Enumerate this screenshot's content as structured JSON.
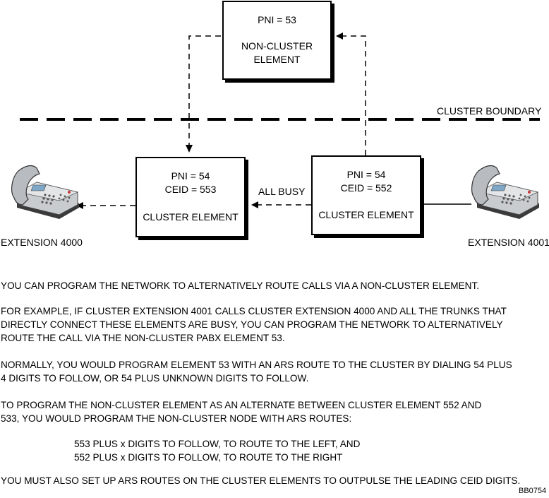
{
  "diagram": {
    "top_box": {
      "line1": "PNI = 53",
      "line2": "NON-CLUSTER",
      "line3": "ELEMENT"
    },
    "left_box": {
      "line1": "PNI = 54",
      "line2": "CEID = 553",
      "line3": "CLUSTER  ELEMENT"
    },
    "right_box": {
      "line1": "PNI = 54",
      "line2": "CEID = 552",
      "line3": "CLUSTER  ELEMENT"
    },
    "boundary_label": "CLUSTER BOUNDARY",
    "all_busy_label": "ALL BUSY",
    "extension_left": "EXTENSION 4000",
    "extension_right": "EXTENSION 4001"
  },
  "text": {
    "p1": "YOU CAN PROGRAM THE NETWORK TO ALTERNATIVELY ROUTE CALLS VIA A NON-CLUSTER ELEMENT.",
    "p2": [
      "FOR EXAMPLE, IF CLUSTER EXTENSION 4001 CALLS CLUSTER EXTENSION 4000 AND ALL THE TRUNKS THAT",
      "DIRECTLY CONNECT THESE ELEMENTS ARE BUSY, YOU CAN PROGRAM THE NETWORK TO ALTERNATIVELY",
      "ROUTE THE CALL VIA THE NON-CLUSTER PABX ELEMENT 53."
    ],
    "p3": [
      "NORMALLY, YOU WOULD PROGRAM ELEMENT 53 WITH AN ARS ROUTE TO THE CLUSTER BY DIALING 54 PLUS",
      "4 DIGITS TO FOLLOW, OR 54 PLUS UNKNOWN DIGITS TO FOLLOW."
    ],
    "p4": [
      "TO PROGRAM THE NON-CLUSTER ELEMENT AS AN ALTERNATE BETWEEN CLUSTER ELEMENT 552 AND",
      "533, YOU WOULD PROGRAM THE NON-CLUSTER NODE WITH ARS ROUTES:"
    ],
    "routes": [
      "553 PLUS x DIGITS TO FOLLOW, TO ROUTE TO THE LEFT, AND",
      "552 PLUS x DIGITS TO FOLLOW, TO ROUTE TO THE RIGHT"
    ],
    "p5": "YOU MUST ALSO SET UP ARS ROUTES ON THE CLUSTER ELEMENTS TO OUTPULSE THE LEADING CEID DIGITS.",
    "figure_id": "BB0754"
  }
}
